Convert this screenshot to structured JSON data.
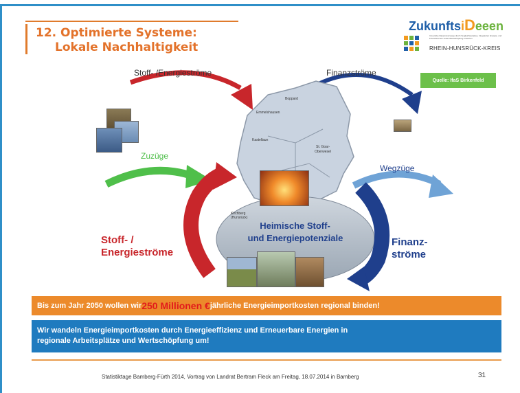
{
  "title": {
    "line1": "12. Optimierte Systeme:",
    "line2": "Lokale Nachhaltigkeit"
  },
  "logo": {
    "word_a": "Zukunfts",
    "word_b": "i",
    "word_c": "D",
    "word_d": "eeen",
    "tagline": "Innovative Daseinsvorsorge durch Vergleichsanalyse, Integrierten Energie- und Finanzströmen sowie Wertschöpfung erreichen",
    "region": "RHEIN-HUNSRÜCK-KREIS"
  },
  "diagram": {
    "label_stoff_top": "Stoff- /Energieströme",
    "label_finanz_top": "Finanzströme",
    "source": "Quelle:  IfaS Birkenfeld",
    "label_zuzuege": "Zuzüge",
    "label_wegzuege": "Wegzüge",
    "label_stoff_left": "Stoff- /",
    "label_stoff_left2": "Energieströme",
    "label_finanz_right": "Finanz-",
    "label_finanz_right2": "ströme",
    "center_line1": "Heimische Stoff-",
    "center_line2": "und Energiepotenziale",
    "map_towns": [
      "Boppard",
      "Emmelshausen",
      "Kastellaun",
      "St. Goar-",
      "Oberwesel",
      "Kirchberg",
      "(Hunsrück)"
    ],
    "colors": {
      "red_arrow": "#c8262b",
      "blue_arrow": "#1f3f8c",
      "green_arrow": "#4fbf4a",
      "light_blue_arrow": "#6fa3d6",
      "map_fill": "#c9d3e0"
    }
  },
  "banner_orange": {
    "part1": "Bis zum Jahr 2050 wollen wir ",
    "highlight": "250 Millionen €",
    "part2": " jährliche Energieimportkosten regional binden!"
  },
  "banner_blue": {
    "line1": "Wir wandeln Energieimportkosten durch Energieeffizienz und Erneuerbare Energien in",
    "line2": "regionale Arbeitsplätze und Wertschöpfung um!"
  },
  "footer": {
    "text": "Statistiktage Bamberg-Fürth 2014, Vortrag von Landrat Bertram Fleck am Freitag, 18.07.2014 in Bamberg",
    "page": "31"
  }
}
